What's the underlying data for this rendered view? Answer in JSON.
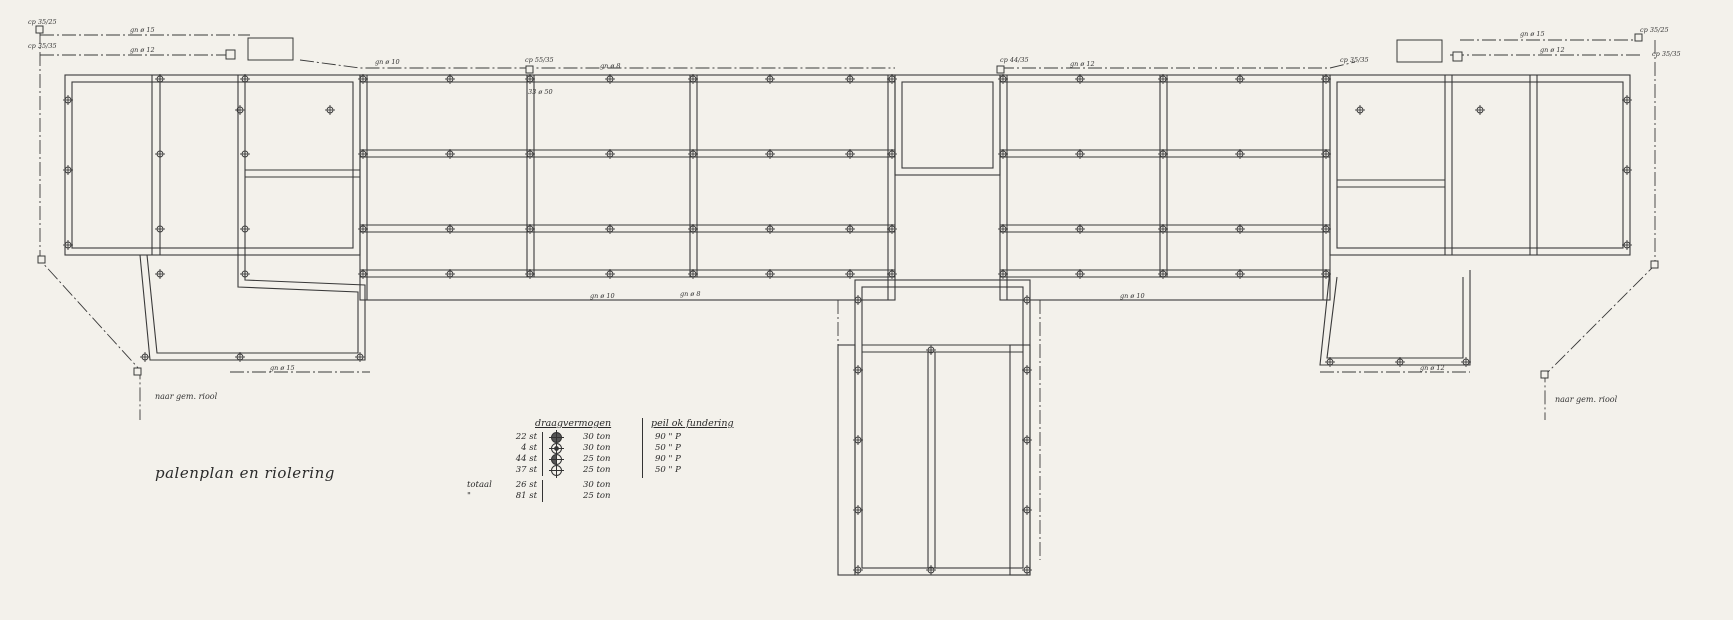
{
  "drawing": {
    "title": "palenplan en riolering"
  },
  "legend": {
    "header_capacity": "draagvermogen",
    "header_level": "peil ok fundering",
    "rows": [
      {
        "count": "22 st",
        "symbol": "pile-icon-full",
        "capacity": "30 ton",
        "level": "90 \" P"
      },
      {
        "count": "4 st",
        "symbol": "pile-icon-dot",
        "capacity": "30 ton",
        "level": "50 \" P"
      },
      {
        "count": "44 st",
        "symbol": "pile-icon-half",
        "capacity": "25 ton",
        "level": "90 \" P"
      },
      {
        "count": "37 st",
        "symbol": "pile-icon-open",
        "capacity": "25 ton",
        "level": "50 \" P"
      }
    ],
    "totals": [
      {
        "prefix": "totaal",
        "count": "26 st",
        "capacity": "30 ton"
      },
      {
        "prefix": "\"",
        "count": "81 st",
        "capacity": "25 ton"
      }
    ]
  },
  "annotations": {
    "sewer_left": "naar gem. riool",
    "sewer_right": "naar gem. riool",
    "labels": [
      "cp 35/25",
      "gn ø 15",
      "cp 35/35",
      "gn ø 12",
      "gn ø 10",
      "gn ø 8",
      "cp 55/35",
      "cp 44/35",
      "gn ø 12",
      "33 ø 50",
      "cp 35/35",
      "gn ø 10",
      "gn ø 8",
      "gn ø 10",
      "gn ø 12",
      "gn ø 15",
      "cp 35/25",
      "cp 35/35",
      "gn ø 15",
      "gn ø 12"
    ]
  },
  "colors": {
    "paper": "#f3f1eb",
    "ink": "#3a3a3a"
  }
}
